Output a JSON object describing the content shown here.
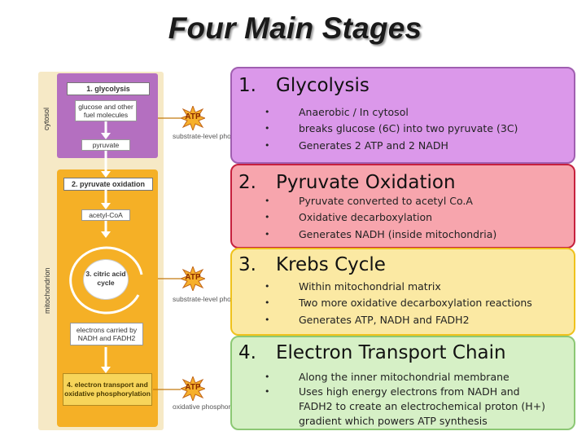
{
  "title": "Four Main Stages",
  "diagram": {
    "side_labels": {
      "cytosol": "cytosol",
      "mitochondrion": "mitochondrion"
    },
    "glycolysis_label": "1. glycolysis",
    "glucose_box": "glucose and other fuel molecules",
    "pyruvate_box": "pyruvate",
    "pyruvate_ox_label": "2. pyruvate oxidation",
    "acetylcoa_box": "acetyl-CoA",
    "citric_acid_label": "3. citric acid cycle",
    "electrons_box": "electrons carried by NADH and FADH2",
    "etc_label": "4. electron transport and oxidative phosphorylation",
    "atp_label": "ATP",
    "substrate_phos_1": "substrate-level phosphorylation",
    "substrate_phos_2": "substrate-level phosphorylation",
    "oxidative_phos": "oxidative phosphorylation"
  },
  "stages": [
    {
      "number": "1.",
      "title": "Glycolysis",
      "bullets": [
        "Anaerobic / In cytosol",
        "breaks glucose (6C) into two pyruvate (3C)",
        "Generates  2 ATP and 2 NADH"
      ]
    },
    {
      "number": "2.",
      "title": "Pyruvate Oxidation",
      "bullets": [
        "Pyruvate converted to acetyl Co.A",
        "Oxidative decarboxylation",
        "Generates NADH (inside mitochondria)"
      ]
    },
    {
      "number": "3.",
      "title": "Krebs Cycle",
      "bullets": [
        "Within mitochondrial matrix",
        "Two more oxidative decarboxylation reactions",
        "Generates ATP, NADH and FADH2"
      ]
    },
    {
      "number": "4.",
      "title": "Electron Transport Chain",
      "bullets": [
        "Along the inner mitochondrial membrane",
        "Uses high energy electrons from NADH and FADH2 to create an electrochemical proton (H+) gradient which powers ATP synthesis"
      ]
    }
  ],
  "colors": {
    "glycolysis": "#db98ea",
    "pyruvate_oxidation": "#f7a5ad",
    "krebs": "#fbe9a3",
    "etc": "#d6f0c6",
    "mito_orange": "#f5b026"
  }
}
